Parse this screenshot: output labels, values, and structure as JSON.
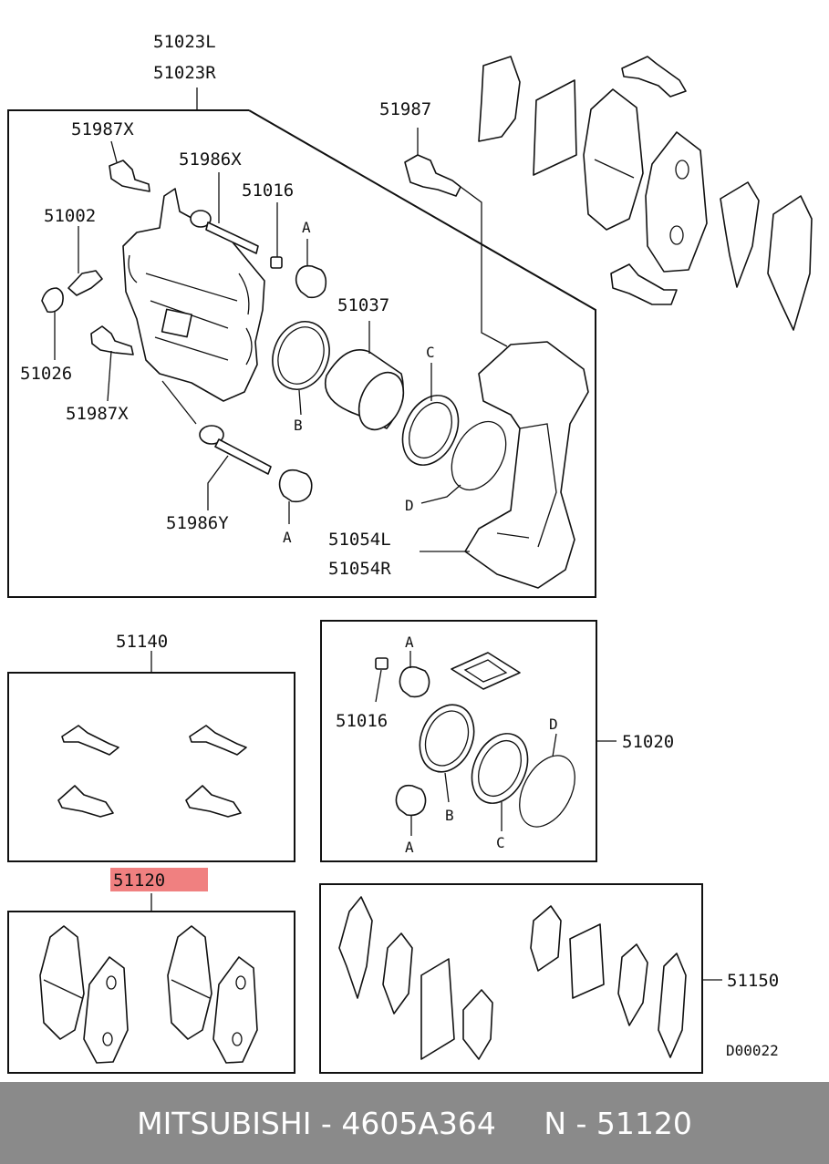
{
  "labels": {
    "caliper_l": "51023L",
    "caliper_r": "51023R",
    "bolt_51987x_top": "51987X",
    "pin_51986x": "51986X",
    "bush_51016_top": "51016",
    "bleeder_51002": "51002",
    "cap_51026": "51026",
    "bolt_51987x_bottom": "51987X",
    "pin_51986y": "51986Y",
    "bolt_51987": "51987",
    "piston_51037": "51037",
    "bracket_l": "51054L",
    "bracket_r": "51054R",
    "clips_51140": "51140",
    "bush_51016_kit": "51016",
    "seal_kit_51020": "51020",
    "pads_51120": "51120",
    "shims_51150": "51150",
    "ref_code": "D00022"
  },
  "letters": {
    "a_top": "A",
    "a_bottom": "A",
    "b": "B",
    "c": "C",
    "d": "D",
    "kit_a_top": "A",
    "kit_a_bottom": "A",
    "kit_b": "B",
    "kit_c": "C",
    "kit_d": "D"
  },
  "highlight_color": "#f08080",
  "footer": {
    "brand": "MITSUBISHI",
    "sep1": " - ",
    "part_number": "4605A364",
    "gap": "     ",
    "ref": "N - 51120"
  }
}
